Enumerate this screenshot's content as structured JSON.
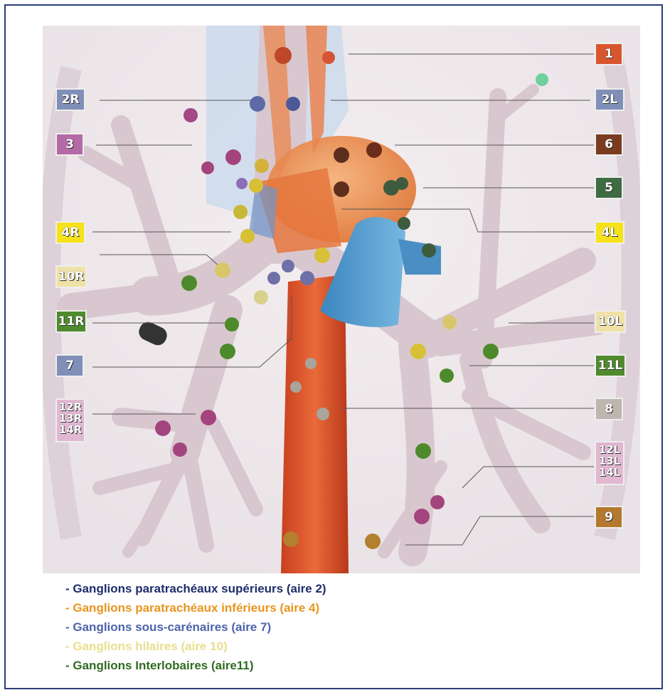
{
  "colors": {
    "frame_border": "#2b3d7a",
    "red": "#d8562e",
    "blue": "#7f8fb8",
    "purple": "#b36aa7",
    "yellow": "#f6e21a",
    "cream": "#f0e2a6",
    "green": "#4f8a2c",
    "brown": "#7b3b1f",
    "darkgreen": "#3f6b43",
    "grey": "#bcb6ae",
    "pink": "#e2b7d2",
    "gold": "#b4792e",
    "legend_navy": "#1f2d6b",
    "legend_orange": "#e8951e",
    "legend_blue": "#4c63ac",
    "legend_yellow": "#e9de8e",
    "legend_green": "#2f6b22"
  },
  "labels": {
    "l1": "1",
    "l2R": "2R",
    "l2L": "2L",
    "l3": "3",
    "l6": "6",
    "l5": "5",
    "l4R": "4R",
    "l4L": "4L",
    "l10R": "10R",
    "l10L": "10L",
    "l11R": "11R",
    "l11L": "11L",
    "l7": "7",
    "l8": "8",
    "l9": "9",
    "l12R": "12R",
    "l13R": "13R",
    "l14R": "14R",
    "l12L": "12L",
    "l13L": "13L",
    "l14L": "14L"
  },
  "legend": [
    {
      "text": "- Ganglions paratrachéaux supérieurs (aire 2)",
      "color": "#1f2d6b"
    },
    {
      "text": "- Ganglions paratrachéaux inférieurs (aire 4)",
      "color": "#e8951e"
    },
    {
      "text": "- Ganglions sous-carénaires (aire 7)",
      "color": "#4c63ac"
    },
    {
      "text": "- Ganglions hilaires (aire 10)",
      "color": "#e9de8e"
    },
    {
      "text": "- Ganglions Interlobaires (aire11)",
      "color": "#2f6b22"
    }
  ]
}
